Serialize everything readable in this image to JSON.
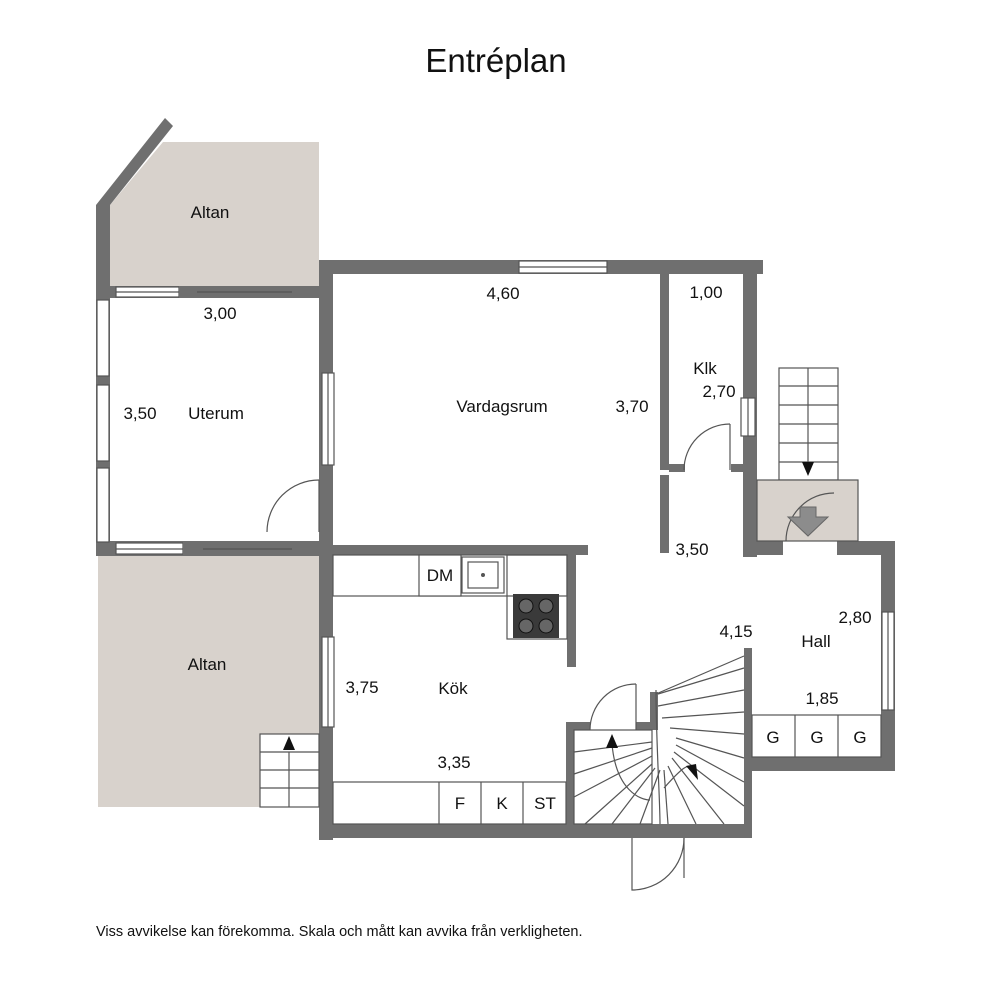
{
  "title": "Entréplan",
  "disclaimer": "Viss avvikelse kan förekomma. Skala och mått kan avvika från verkligheten.",
  "rooms": {
    "altan_top": "Altan",
    "altan_bottom": "Altan",
    "uterum": "Uterum",
    "vardagsrum": "Vardagsrum",
    "klk": "Klk",
    "kok": "Kök",
    "hall": "Hall"
  },
  "dimensions": {
    "uterum_w": "3,00",
    "uterum_h": "3,50",
    "vardagsrum_w": "4,60",
    "vardagsrum_h": "3,70",
    "klk_w": "1,00",
    "klk_h": "2,70",
    "corridor": "3,50",
    "stair_w": "4,15",
    "hall_h": "2,80",
    "hall_w": "1,85",
    "kok_h": "3,75",
    "kok_w": "3,35"
  },
  "fixtures": {
    "dishwasher": "DM",
    "fridge": "F",
    "k": "K",
    "st": "ST",
    "wardrobe_1": "G",
    "wardrobe_2": "G",
    "wardrobe_3": "G"
  },
  "colors": {
    "wall": "#6f6f6f",
    "deck": "#d8d2cc",
    "line": "#555555"
  },
  "icons": [
    "sink-icon",
    "stove-icon",
    "stair-arrow-icon",
    "entrance-arrow-icon"
  ]
}
